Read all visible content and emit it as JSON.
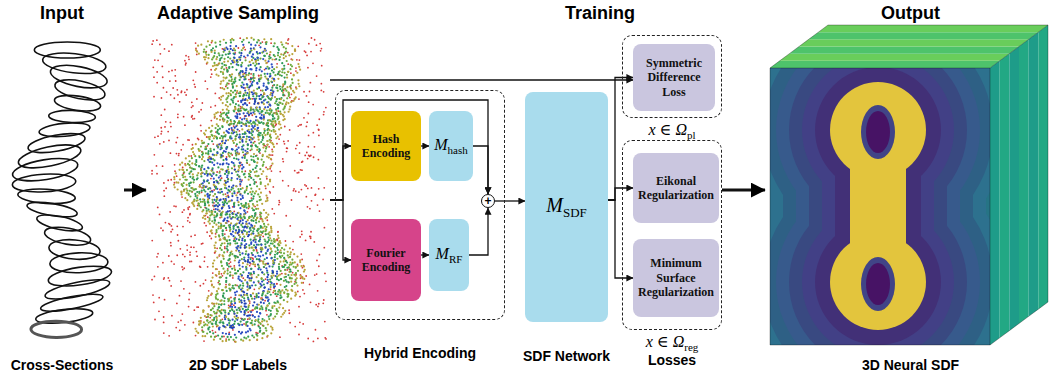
{
  "diagram": {
    "nodes": [
      {
        "text": [
          "Input",
          "Cross-Sections"
        ]
      },
      {
        "text": [
          "Adaptive Sampling",
          "2D SDF Labels"
        ]
      },
      {
        "text": [
          "Hybrid Encoding"
        ]
      },
      {
        "text": [
          "Hash Encoding"
        ],
        "in": 2
      },
      {
        "text": [
          "M",
          "hash"
        ],
        "in": 2
      },
      {
        "text": [
          "Fourier Encoding"
        ],
        "in": 2
      },
      {
        "text": [
          "M",
          "RF"
        ],
        "in": 2
      },
      {
        "text": [
          "+"
        ],
        "in": 2
      },
      {
        "text": [
          "M",
          "SDF",
          "SDF Network"
        ]
      },
      {
        "text": [
          "x ∈ Ω",
          "pl"
        ]
      },
      {
        "text": [
          "Symmetric Difference Loss"
        ],
        "in": 9
      },
      {
        "text": [
          "x ∈ Ω",
          "reg"
        ]
      },
      {
        "text": [
          "Eikonal Regularization"
        ],
        "in": 11
      },
      {
        "text": [
          "Minimum Surface Regularization"
        ],
        "in": 11
      },
      {
        "text": [
          "Output",
          "3D Neural SDF"
        ]
      }
    ],
    "edges": [
      {
        "from": 0,
        "to": 1,
        "arrow": "to"
      },
      {
        "from": 1,
        "to": 3,
        "arrow": "to"
      },
      {
        "from": 1,
        "to": 5,
        "arrow": "to"
      },
      {
        "from": 1,
        "to": 7,
        "arrow": "to"
      },
      {
        "from": 1,
        "to": 10,
        "arrow": "to"
      },
      {
        "from": 3,
        "to": 4,
        "arrow": "to"
      },
      {
        "from": 5,
        "to": 6,
        "arrow": "to"
      },
      {
        "from": 4,
        "to": 7,
        "arrow": "to"
      },
      {
        "from": 6,
        "to": 7,
        "arrow": "to"
      },
      {
        "from": 7,
        "to": 8,
        "arrow": "to"
      },
      {
        "from": 8,
        "to": 10,
        "arrow": "to"
      },
      {
        "from": 8,
        "to": 12,
        "arrow": "to"
      },
      {
        "from": 8,
        "to": 13,
        "arrow": "to"
      },
      {
        "from": 11,
        "to": 14,
        "arrow": "to"
      }
    ],
    "labels": [
      "Training",
      "Losses"
    ]
  }
}
